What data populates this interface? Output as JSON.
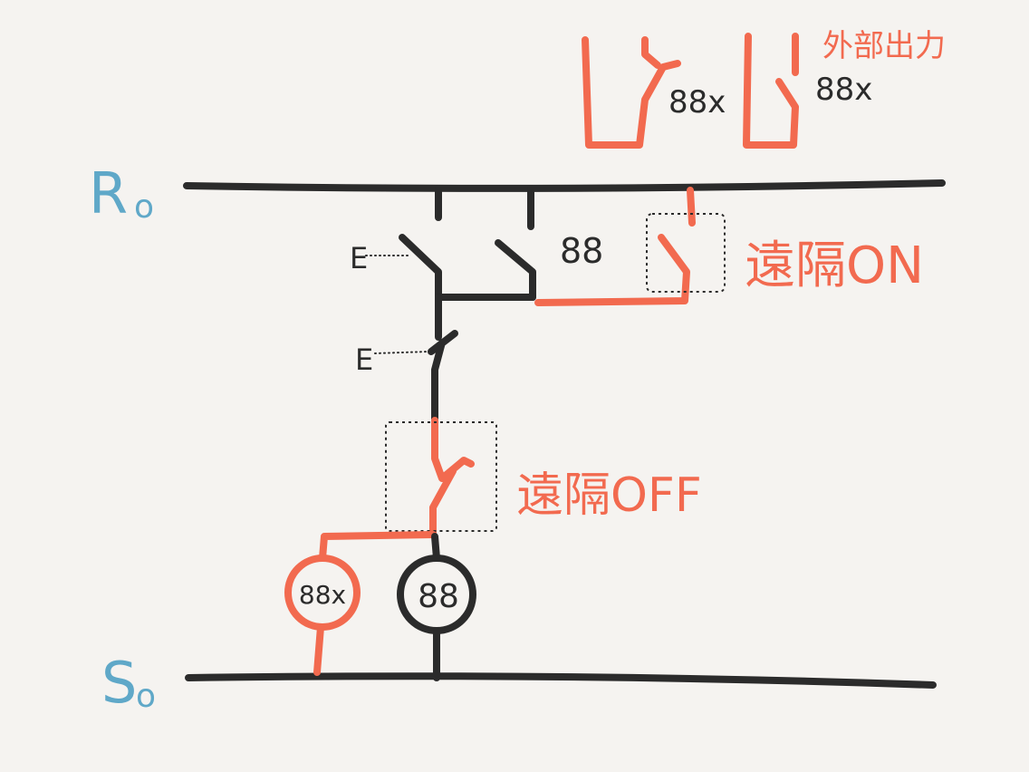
{
  "colors": {
    "background": "#f5f3f0",
    "black_wire": "#2b2b2b",
    "red_wire": "#f26a4f",
    "rail_label": "#5fa8c8"
  },
  "rails": {
    "top_label": "R",
    "top_subscript": "o",
    "bottom_label": "S",
    "bottom_subscript": "o"
  },
  "external_output": {
    "label": "外部出力",
    "contact_left_label": "88x",
    "contact_right_label": "88x"
  },
  "contacts": {
    "e_upper_label": "E",
    "e_lower_label": "E",
    "self_hold_label": "88",
    "remote_on_label": "遠隔ON",
    "remote_off_label": "遠隔OFF"
  },
  "coils": {
    "aux_coil_label": "88x",
    "main_coil_label": "88"
  }
}
